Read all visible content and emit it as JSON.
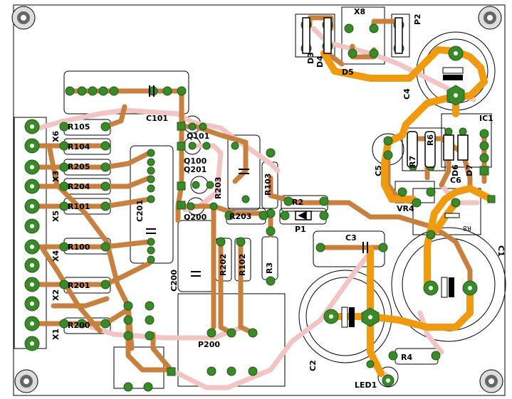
{
  "board": {
    "colors": {
      "trace_bottom": "#c87a3c",
      "trace_top": "#f0c0c0",
      "trace_power": "#f0960f",
      "pad": "#3a8a2a",
      "pad_hole": "#ffffff",
      "outline": "#000000"
    }
  },
  "labels": {
    "x8": "X8",
    "p2": "P2",
    "d3": "D3",
    "d4": "D4",
    "d5": "D5",
    "c4": "C4",
    "ic1": "IC1",
    "c5": "C5",
    "r7": "R7",
    "r6": "R6",
    "d6": "D6",
    "d7": "D7",
    "c6": "C6",
    "vr4": "VR4",
    "r8": "R8",
    "c1": "C1",
    "c101": "C101",
    "r105": "R105",
    "r104": "R104",
    "r205": "R205",
    "r204": "R204",
    "r101": "R101",
    "r100": "R100",
    "r201": "R201",
    "r200": "R200",
    "x6": "X6",
    "x3": "X3",
    "x5": "X5",
    "x4": "X4",
    "x2": "X2",
    "x1": "X1",
    "q101": "Q101",
    "q100": "Q100",
    "q201": "Q201",
    "q200": "Q200",
    "c201": "C201",
    "c200": "C200",
    "r103": "R103",
    "r203": "R203",
    "r2": "R2",
    "r203b": "R203",
    "p1": "P1",
    "c3": "C3",
    "r202": "R202",
    "r102": "R102",
    "r3": "R3",
    "p200": "P200",
    "c2": "C2",
    "r4": "R4",
    "led1": "LED1"
  }
}
